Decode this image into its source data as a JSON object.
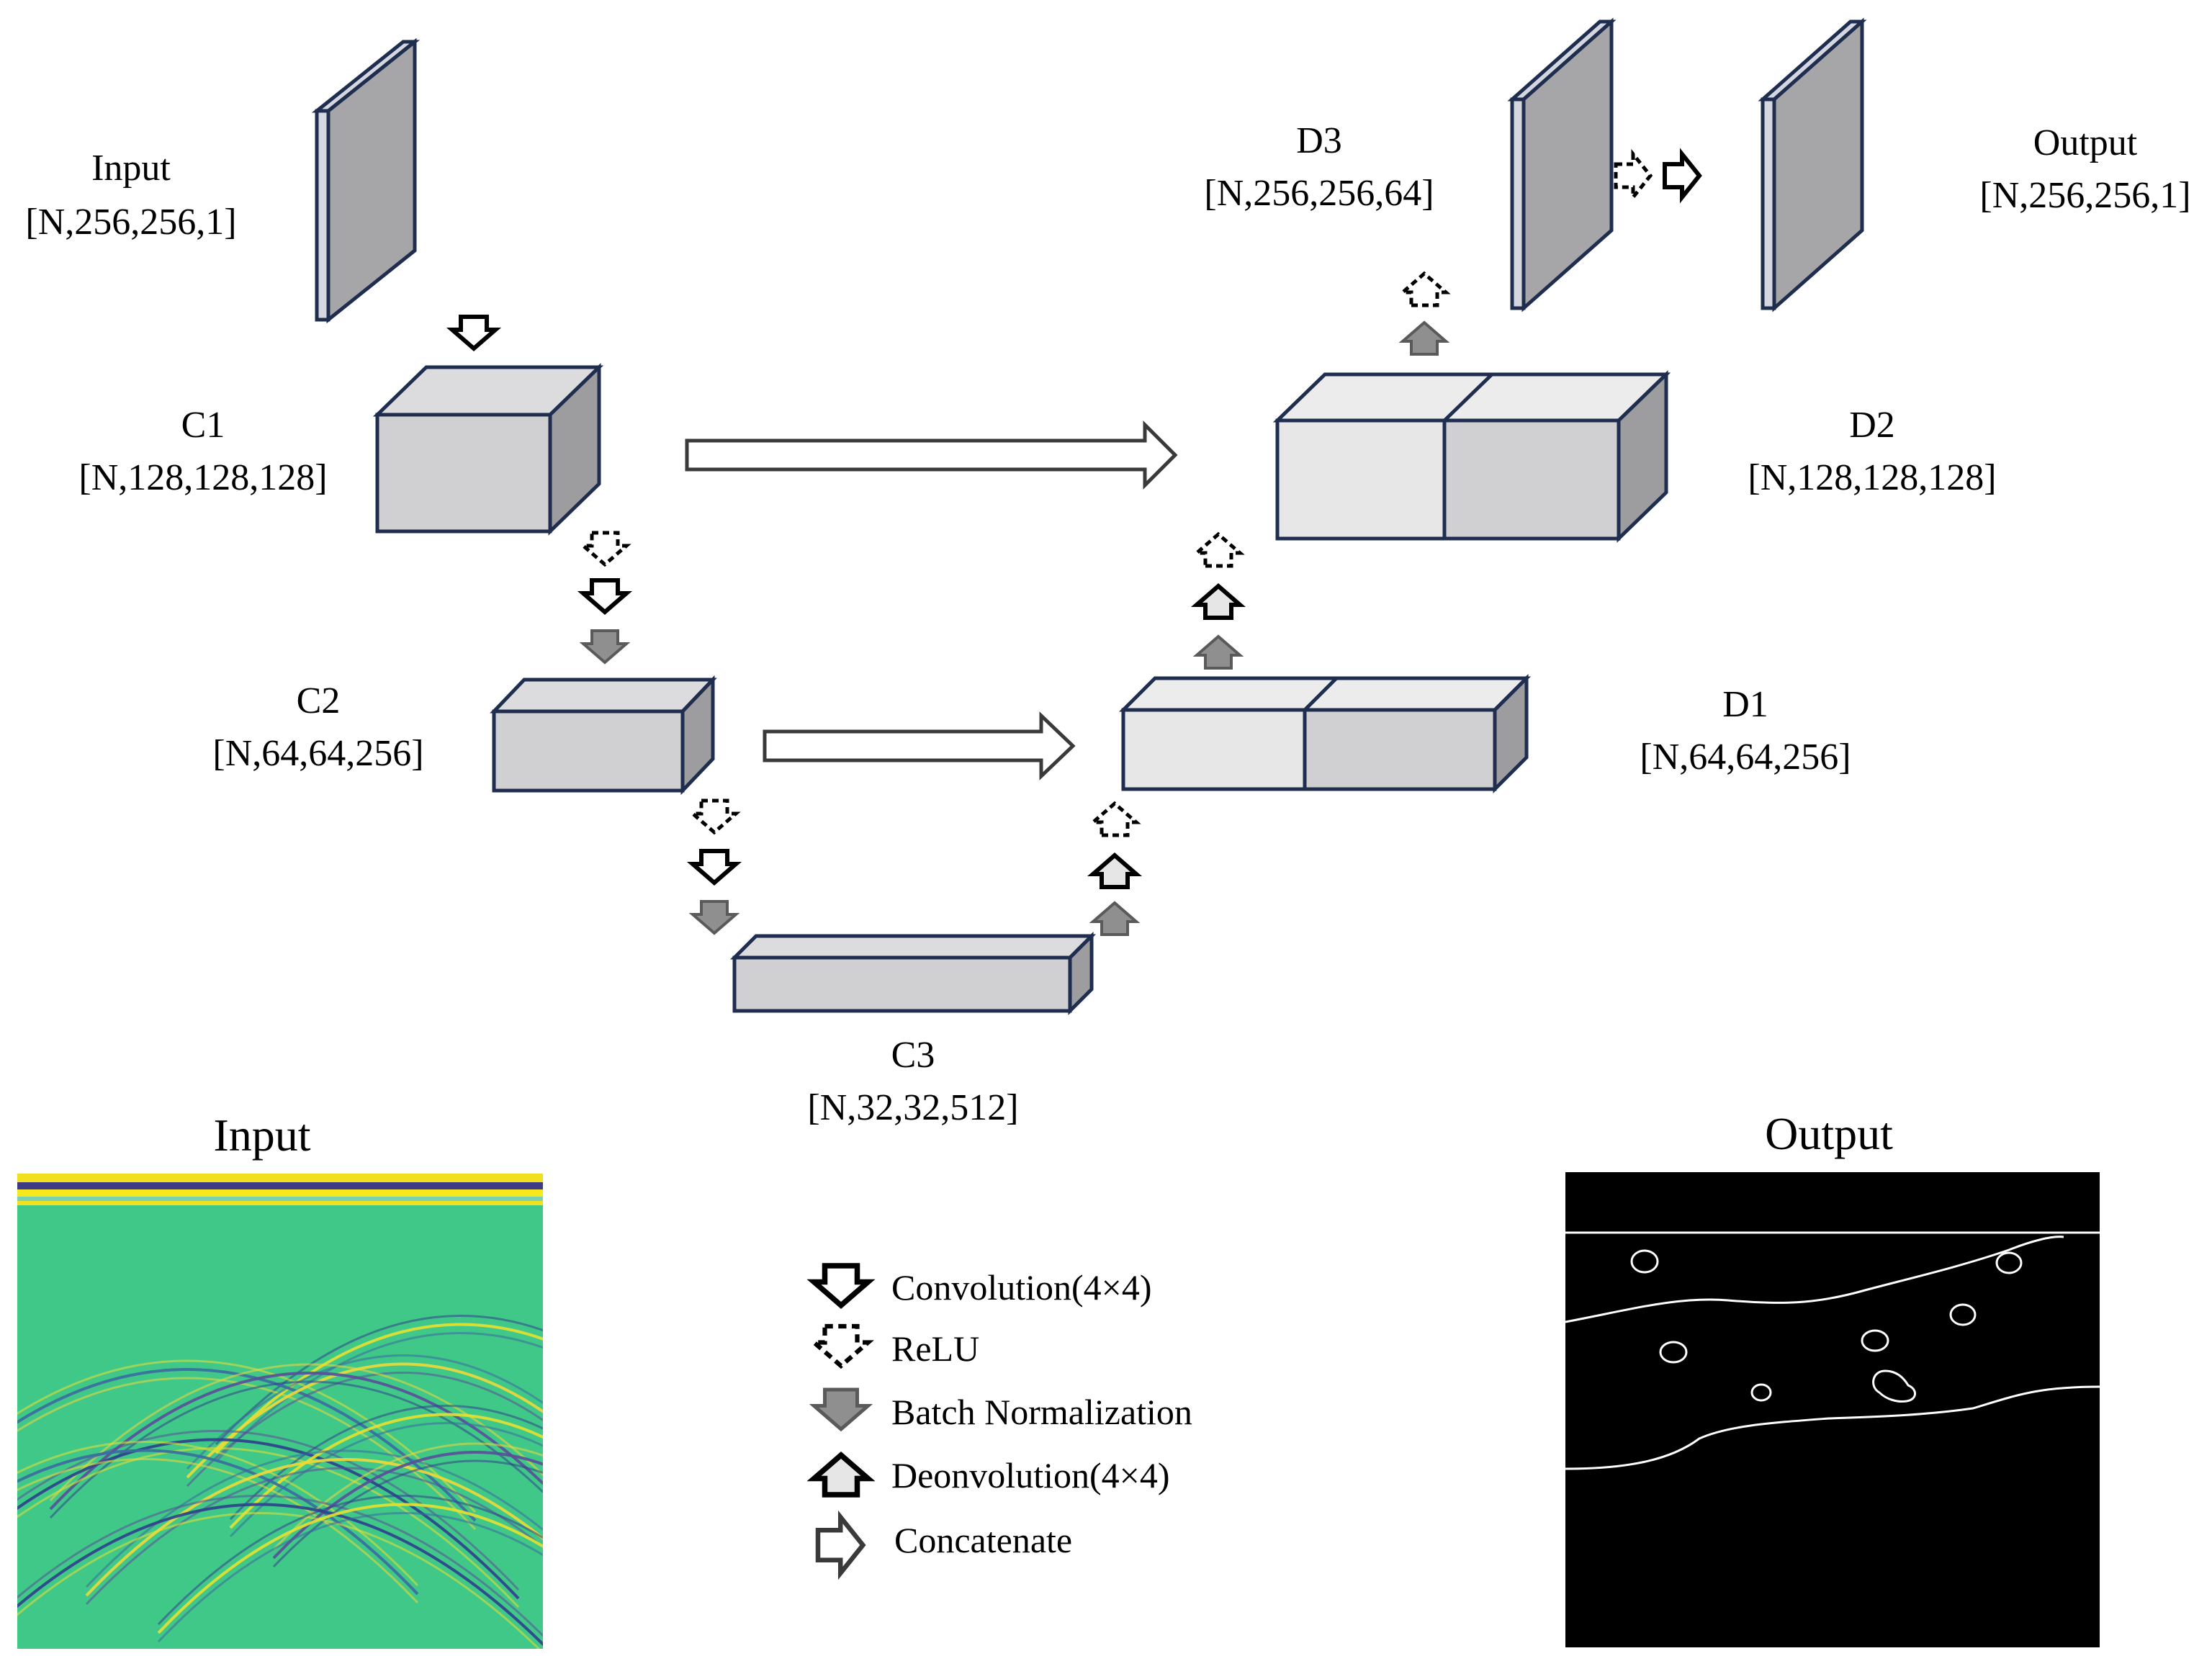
{
  "colors": {
    "front": "#d0d0d2",
    "top": "#dcdcde",
    "side": "#9d9d9f",
    "front_light": "#e7e7e8",
    "top_light": "#ececed",
    "layer_front": "#a6a6a8",
    "layer_edge": "#d4d6e0",
    "outline": "#1f2d4f",
    "seismic_bg": "#40c888",
    "mask_bg": "#000000",
    "mask_line": "#ffffff"
  },
  "nodes": {
    "input": {
      "name": "Input",
      "shape": "[N,256,256,1]"
    },
    "c1": {
      "name": "C1",
      "shape": "[N,128,128,128]"
    },
    "c2": {
      "name": "C2",
      "shape": "[N,64,64,256]"
    },
    "c3": {
      "name": "C3",
      "shape": "[N,32,32,512]"
    },
    "d1": {
      "name": "D1",
      "shape": "[N,64,64,256]"
    },
    "d2": {
      "name": "D2",
      "shape": "[N,128,128,128]"
    },
    "d3": {
      "name": "D3",
      "shape": "[N,256,256,64]"
    },
    "output": {
      "name": "Output",
      "shape": "[N,256,256,1]"
    }
  },
  "panels": {
    "input_title": "Input",
    "output_title": "Output"
  },
  "legend": [
    {
      "icon": "convolution-arrow-icon",
      "label": "Convolution(4×4)"
    },
    {
      "icon": "relu-arrow-icon",
      "label": "ReLU"
    },
    {
      "icon": "batch-norm-arrow-icon",
      "label": "Batch Normalization"
    },
    {
      "icon": "deconvolution-arrow-icon",
      "label": "Deonvolution(4×4)"
    },
    {
      "icon": "concatenate-arrow-icon",
      "label": "Concatenate"
    }
  ]
}
